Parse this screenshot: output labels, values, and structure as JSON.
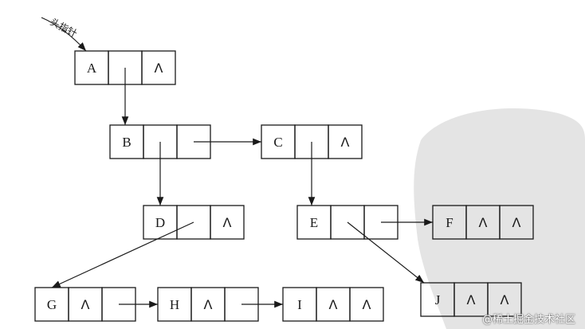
{
  "diagram": {
    "head_label": "头指针",
    "null_symbol": "Λ",
    "nodes": [
      {
        "id": "A",
        "label": "A",
        "first_child": "B",
        "next_sibling": null
      },
      {
        "id": "B",
        "label": "B",
        "first_child": "D",
        "next_sibling": "C"
      },
      {
        "id": "C",
        "label": "C",
        "first_child": "E",
        "next_sibling": null
      },
      {
        "id": "D",
        "label": "D",
        "first_child": "G",
        "next_sibling": null
      },
      {
        "id": "E",
        "label": "E",
        "first_child": "J",
        "next_sibling": "F"
      },
      {
        "id": "F",
        "label": "F",
        "first_child": null,
        "next_sibling": null
      },
      {
        "id": "G",
        "label": "G",
        "first_child": null,
        "next_sibling": "H"
      },
      {
        "id": "H",
        "label": "H",
        "first_child": null,
        "next_sibling": "I"
      },
      {
        "id": "I",
        "label": "I",
        "first_child": null,
        "next_sibling": null
      },
      {
        "id": "J",
        "label": "J",
        "first_child": null,
        "next_sibling": null
      }
    ]
  },
  "watermark": "@稀土掘金技术社区",
  "colors": {
    "line": "#1a1a1a",
    "background": "#ffffff",
    "stain": "#e4e4e4"
  }
}
